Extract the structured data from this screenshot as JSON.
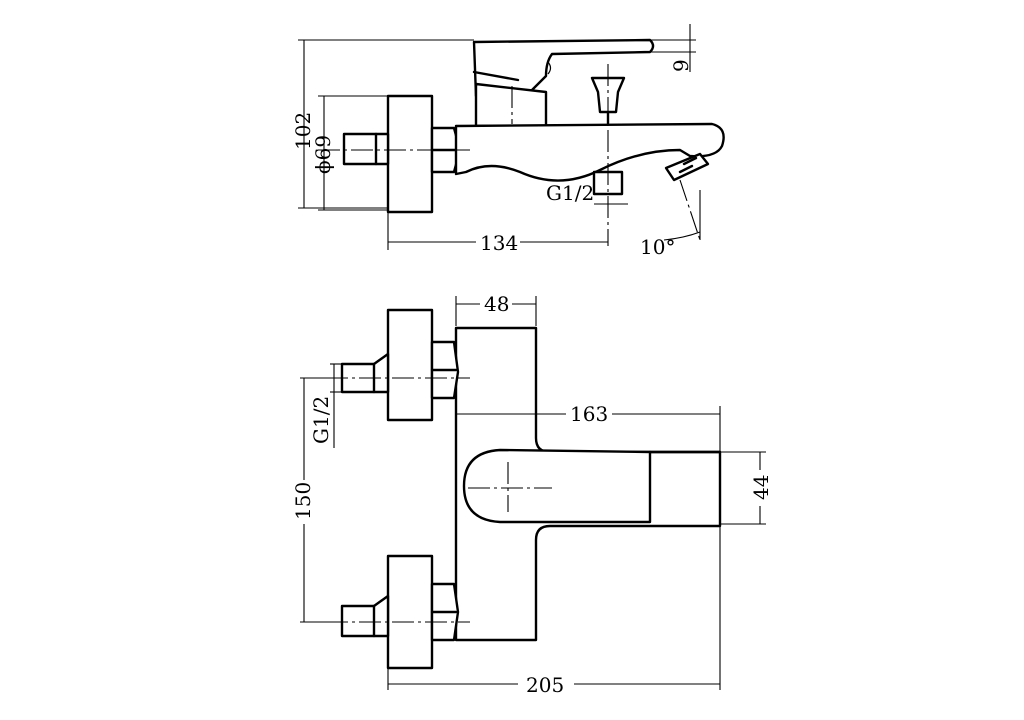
{
  "dimensions": {
    "height_total": "102",
    "diameter": "ϕ69",
    "offset_top": "9",
    "thread_top": "G1/2",
    "length_134": "134",
    "angle": "10°",
    "width_48": "48",
    "length_163": "163",
    "handle_44": "44",
    "spacing_150": "150",
    "thread_side": "G1/2",
    "length_205": "205"
  }
}
